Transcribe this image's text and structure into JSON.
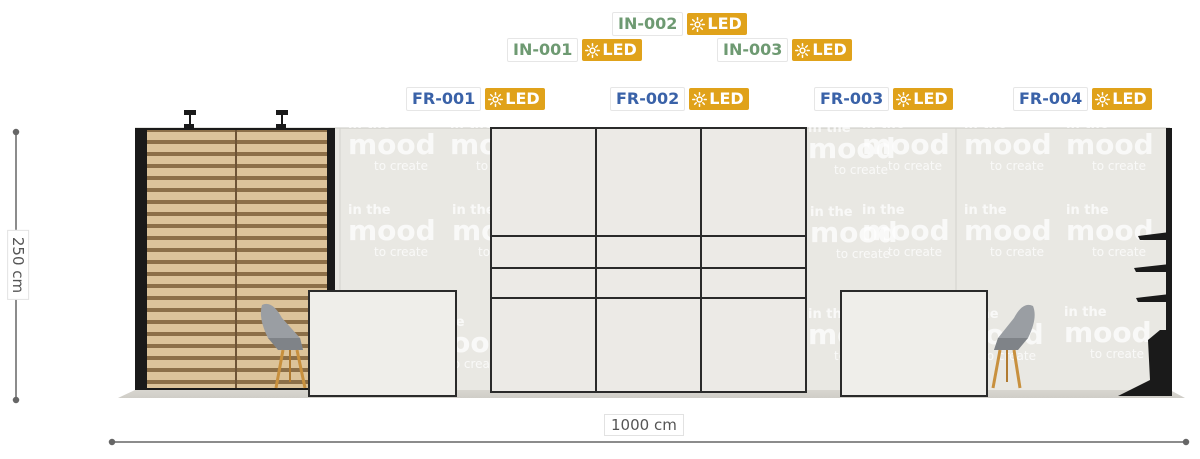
{
  "labels": {
    "in": [
      {
        "code": "IN-002",
        "tag": "LED"
      },
      {
        "code": "IN-001",
        "tag": "LED"
      },
      {
        "code": "IN-003",
        "tag": "LED"
      }
    ],
    "fr": [
      {
        "code": "FR-001",
        "tag": "LED"
      },
      {
        "code": "FR-002",
        "tag": "LED"
      },
      {
        "code": "FR-003",
        "tag": "LED"
      },
      {
        "code": "FR-004",
        "tag": "LED"
      }
    ]
  },
  "dimensions": {
    "height": "250 cm",
    "width": "1000 cm"
  },
  "graphic_text": {
    "line1": "in the",
    "line2": "mood",
    "line3": "to create"
  },
  "colors": {
    "in_label": "#6e9a72",
    "fr_label": "#3a62a8",
    "led_bg": "#e0a21a",
    "wall": "#e8e7e2",
    "slat": "#d9bf94",
    "frame": "#1a1a1a"
  },
  "icons": {
    "led": "sun-icon"
  }
}
